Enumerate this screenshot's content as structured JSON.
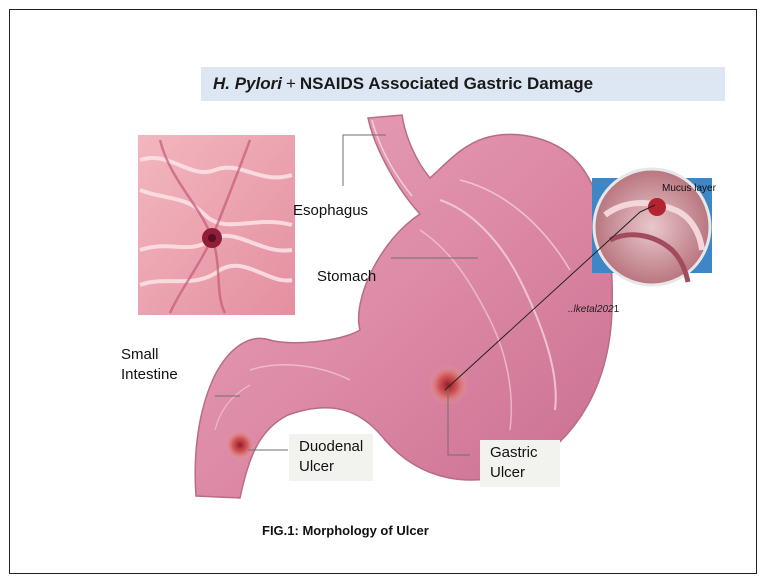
{
  "title": {
    "part1": "H. Pylori",
    "plus": "+",
    "part2": "NSAIDS Associated Gastric Damage"
  },
  "labels": {
    "esophagus": "Esophagus",
    "stomach": "Stomach",
    "small_intestine_line1": "Small",
    "small_intestine_line2": "Intestine",
    "duodenal_line1": "Duodenal",
    "duodenal_line2": "Ulcer",
    "gastric_line1": "Gastric",
    "gastric_line2": "Ulcer",
    "mucus_layer": "Mucus layer"
  },
  "citation": {
    "italic": "..lketal202",
    "tail": "1"
  },
  "caption": "FIG.1: Morphology of Ulcer"
}
